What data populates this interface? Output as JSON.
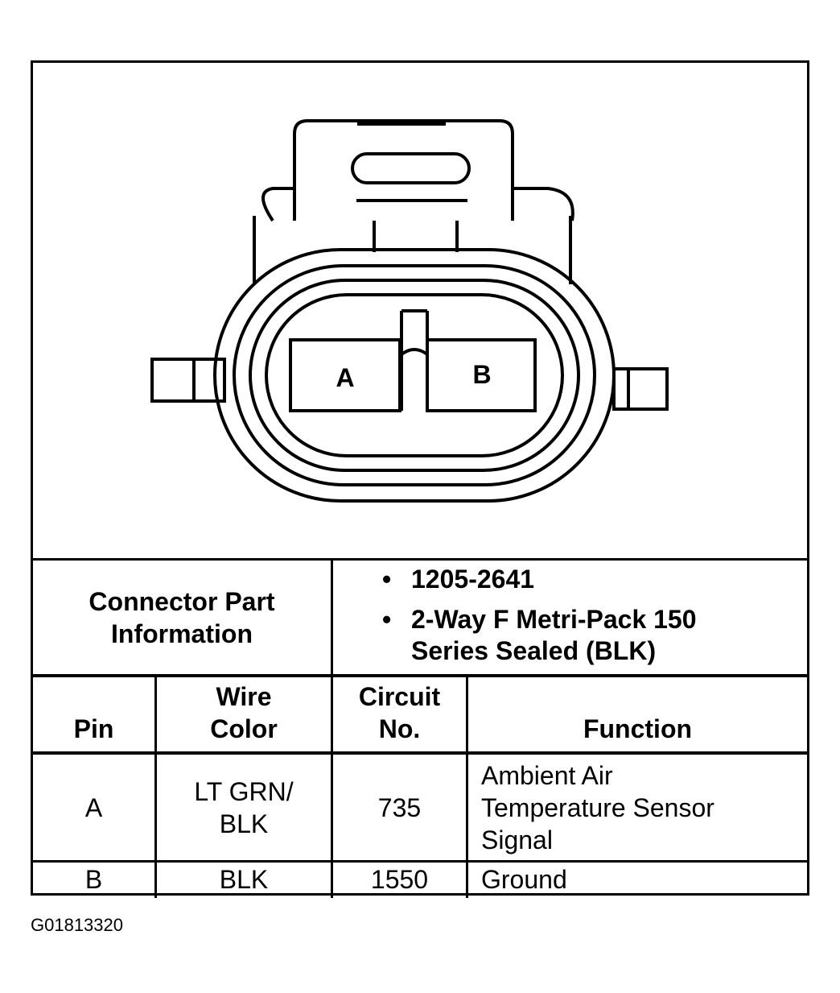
{
  "connector": {
    "pin_a_label": "A",
    "pin_b_label": "B"
  },
  "part_info": {
    "label": "Connector Part Information",
    "items": [
      "1205-2641",
      "2-Way F Metri-Pack 150 Series Sealed (BLK)"
    ]
  },
  "table": {
    "headers": {
      "pin": "Pin",
      "wire_color": "Wire Color",
      "circuit_no": "Circuit No.",
      "function": "Function"
    },
    "rows": [
      {
        "pin": "A",
        "wire_color": "LT GRN/ BLK",
        "circuit_no": "735",
        "function": "Ambient Air Temperature Sensor Signal"
      },
      {
        "pin": "B",
        "wire_color": "BLK",
        "circuit_no": "1550",
        "function": "Ground"
      }
    ]
  },
  "figure_id": "G01813320"
}
